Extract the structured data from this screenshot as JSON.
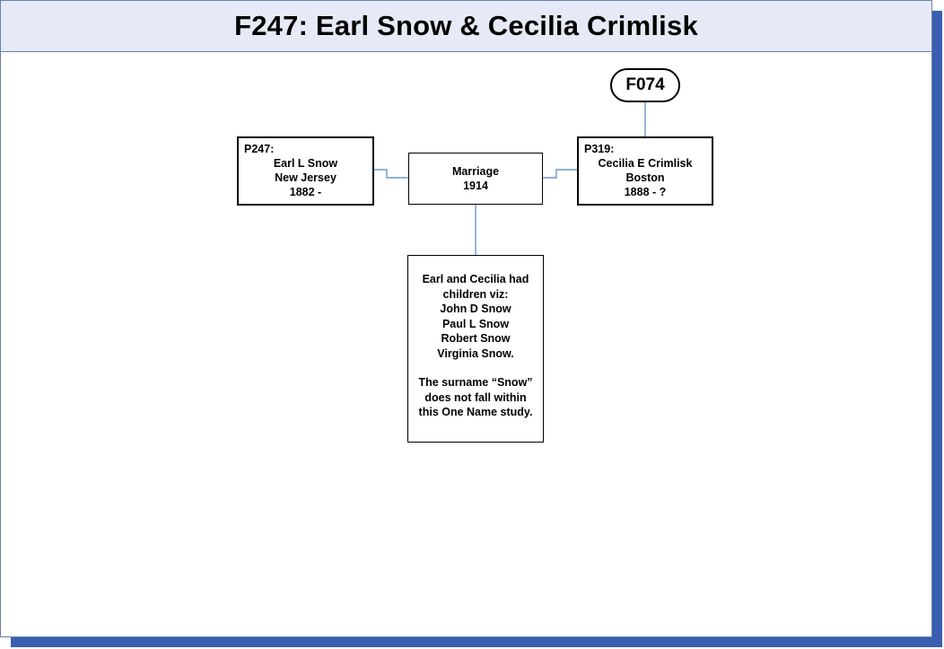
{
  "title": "F247: Earl Snow & Cecilia Crimlisk",
  "parent_family_ref": "F074",
  "husband": {
    "id": "P247:",
    "name": "Earl L Snow",
    "place": "New Jersey",
    "dates": "1882 -"
  },
  "wife": {
    "id": "P319:",
    "name": "Cecilia E Crimlisk",
    "place": "Boston",
    "dates": "1888 - ?"
  },
  "marriage": {
    "label": "Marriage",
    "year": "1914"
  },
  "children_note": {
    "intro_line1": "Earl and Cecilia had",
    "intro_line2": "children viz:",
    "children": [
      "John D Snow",
      "Paul L Snow",
      "Robert Snow",
      "Virginia Snow."
    ],
    "surname_line1": "The surname “Snow”",
    "surname_line2": "does not fall within",
    "surname_line3": "this One Name study."
  },
  "colors": {
    "connector": "#4f81bd",
    "page_shadow": "#3a5fb0",
    "title_background": "#e6eaf6"
  }
}
